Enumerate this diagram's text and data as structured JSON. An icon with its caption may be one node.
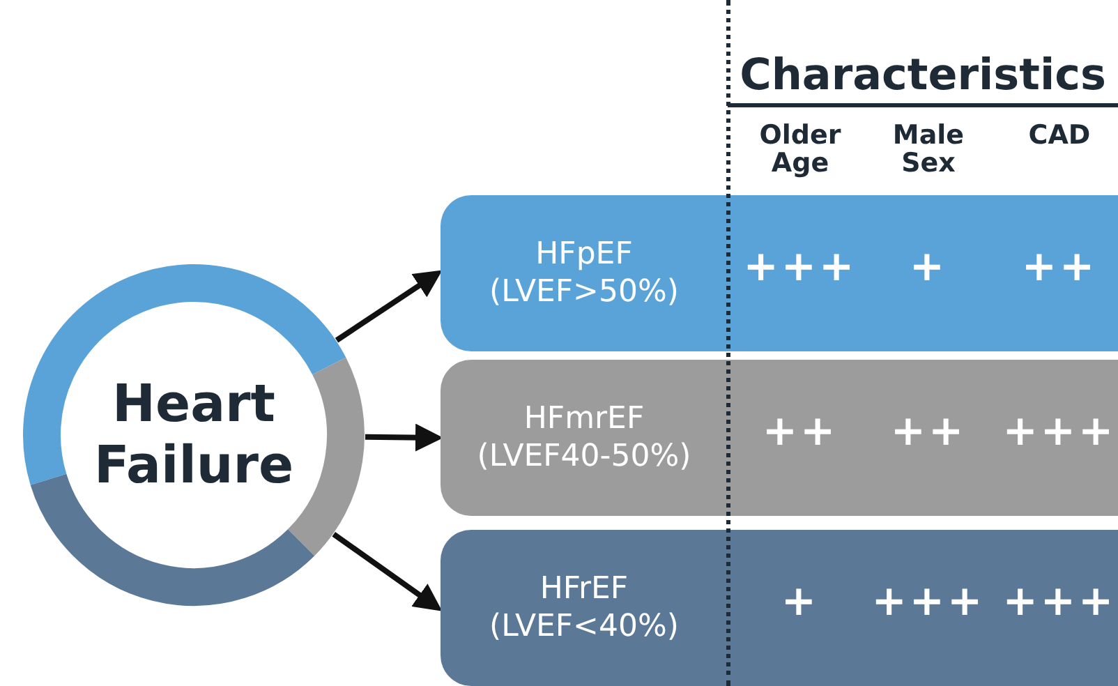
{
  "diagram": {
    "nodes": [
      {
        "text": [
          "Heart Failure"
        ]
      },
      {
        "text": [
          "HFpEF",
          "(LVEF>50%)"
        ]
      },
      {
        "text": [
          "HFmrEF",
          "(LVEF40-50%)"
        ]
      },
      {
        "text": [
          "HFrEF",
          "(LVEF<40%)"
        ]
      }
    ],
    "edges": [
      {
        "from": 0,
        "to": 1,
        "arrow": "to"
      },
      {
        "from": 0,
        "to": 2,
        "arrow": "to"
      },
      {
        "from": 0,
        "to": 3,
        "arrow": "to"
      }
    ],
    "labels": [
      "Characteristics",
      "Older Age",
      "Male Sex",
      "CAD",
      "+++",
      "+",
      "++",
      "++",
      "++",
      "+++",
      "+",
      "+++",
      "+++"
    ]
  }
}
